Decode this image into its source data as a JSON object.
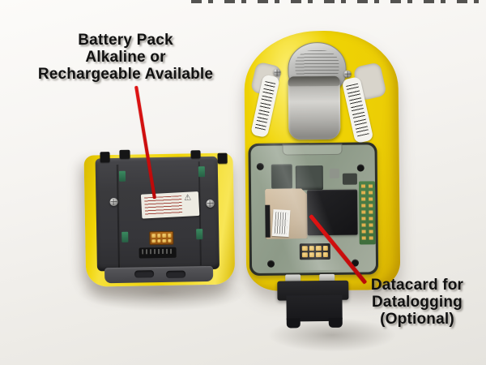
{
  "annotations": {
    "battery_pack": {
      "line1": "Battery Pack",
      "line2": "Alkaline or",
      "line3": "Rechargeable Available"
    },
    "datacard": {
      "line1": "Datacard for",
      "line2": "Datalogging",
      "line3": "(Optional)"
    },
    "warning_triangle_glyph": "⚠"
  },
  "colors": {
    "annotation_text": "#111111",
    "arrow_red": "#d60d0d",
    "device_yellow": "#efd304",
    "battery_pack_body": "#3a3a3c",
    "pcb_green": "#8d9a88",
    "background": "#f1efeb"
  }
}
